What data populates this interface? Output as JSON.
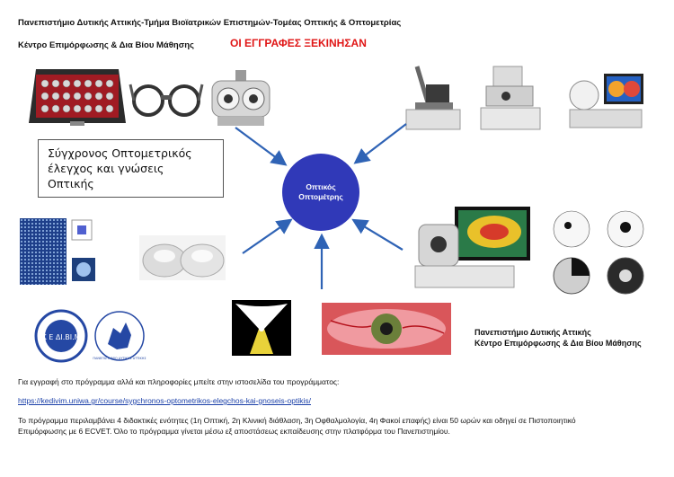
{
  "header": {
    "university_line": "Πανεπιστήμιο Δυτικής Αττικής-Τμήμα Βιοϊατρικών Επιστημών-Τομέας Οπτικής & Οπτομετρίας",
    "center_line": "Κέντρο Επιμόρφωσης & Δια Βίου Μάθησης",
    "registration_notice": "ΟΙ ΕΓΓΡΑΦΕΣ ΞΕΚΙΝΗΣΑΝ"
  },
  "course_box": {
    "line1": "Σύγχρονος Οπτομετρικός",
    "line2": "έλεγχος και γνώσεις Οπτικής"
  },
  "center_circle": {
    "line1": "Οπτικός",
    "line2": "Οπτομέτρης"
  },
  "right_block": {
    "line1": "Πανεπιστήμιο Δυτικής Αττικής",
    "line2": "Κέντρο Επιμόρφωσης & Δια Βίου Μάθησης"
  },
  "footer": {
    "info_text": "Για εγγραφή στο πρόγραμμα αλλά και πληροφορίες μπείτε στην ιστοσελίδα του προγράμματος:",
    "link": "https://kedivim.uniwa.gr/course/sygchronos-optometrikos-elegchos-kai-gnoseis-optikis/",
    "program_text_line1": "Το πρόγραμμα περιλαμβάνει 4 διδακτικές ενότητες (1η Οπτική, 2η Κλινική διάθλαση, 3η Οφθαλμολογία, 4η Φακοί επαφής) είναι 50 ωρών και οδηγεί σε Πιστοποιητικό",
    "program_text_line2": "Επιμόρφωσης με 6 ECVET. Όλο το πρόγραμμα γίνεται μέσω εξ αποστάσεως εκπαίδευσης στην πλατφόρμα του Πανεπιστημίου."
  },
  "logos": {
    "logo1_text": "Κ Ε ΔΙ.ΒΙ.Μ",
    "logo2_text": "ΠΑΝΕΠΙΣΤΗΜΙΟ ΔΥΤΙΚΗΣ ΑΤΤΙΚΗΣ"
  },
  "colors": {
    "circle_blue": "#3039b8",
    "arrow_blue": "#2f63b5",
    "notice_red": "#e01616",
    "link_blue": "#1a3fa8"
  },
  "icons": [
    "trial-lens-case-icon",
    "trial-frame-icon",
    "phoropter-icon",
    "slit-lamp-icon",
    "autorefractor-icon",
    "topographer-icon",
    "retina-mosaic-icon",
    "contact-lens-icon",
    "oct-device-icon",
    "visual-field-icon",
    "university-seal-icon",
    "university-map-logo-icon",
    "corneal-topography-icon",
    "red-eye-photo-icon"
  ]
}
